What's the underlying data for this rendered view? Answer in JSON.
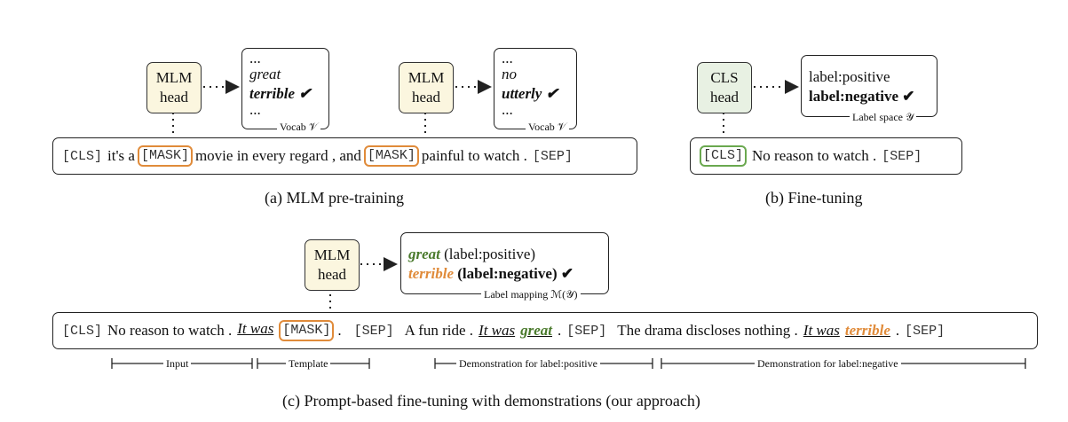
{
  "panel_a": {
    "head1": "MLM head",
    "head2": "MLM head",
    "vocab1": {
      "dots_top": "...",
      "item1": "great",
      "item2": "terrible ✔",
      "dots_bottom": "...",
      "label": "Vocab 𝒱"
    },
    "vocab2": {
      "dots_top": "...",
      "item1": "no",
      "item2": "utterly ✔",
      "dots_bottom": "...",
      "label": "Vocab 𝒱"
    },
    "seq": {
      "cls": "[CLS]",
      "t1": "it's a",
      "mask1": "[MASK]",
      "t2": "movie in every regard , and",
      "mask2": "[MASK]",
      "t3": "painful to watch .",
      "sep": "[SEP]"
    },
    "caption": "(a) MLM pre-training"
  },
  "panel_b": {
    "head": "CLS head",
    "labels": {
      "item1": "label:positive",
      "item2": "label:negative ✔",
      "label": "Label space 𝒴"
    },
    "seq": {
      "cls": "[CLS]",
      "t1": "No reason to watch .",
      "sep": "[SEP]"
    },
    "caption": "(b) Fine-tuning"
  },
  "panel_c": {
    "head": "MLM head",
    "mapping": {
      "w1": "great",
      "l1": "(label:positive)",
      "w2": "terrible",
      "l2": "(label:negative) ✔",
      "label": "Label mapping ℳ(𝒴)"
    },
    "seq": {
      "cls": "[CLS]",
      "t1": "No reason to watch .",
      "itwas1": "It was",
      "mask": "[MASK]",
      "dot1": ".",
      "sep1": "[SEP]",
      "t2": "A fun ride .",
      "itwas2": "It was",
      "great": "great",
      "dot2": ".",
      "sep2": "[SEP]",
      "t3": "The drama discloses nothing .",
      "itwas3": "It was",
      "terrible": "terrible",
      "dot3": ".",
      "sep3": "[SEP]"
    },
    "spans": {
      "input": "Input",
      "template": "Template",
      "demo_pos": "Demonstration for label:positive",
      "demo_neg": "Demonstration for label:negative"
    },
    "caption": "(c) Prompt-based fine-tuning with demonstrations (our approach)"
  },
  "colors": {
    "mlm_head": "#fbf6df",
    "cls_head": "#e8f1e3",
    "mask_orange": "#e08b3a",
    "mask_green": "#6aa84f",
    "word_green": "#4a7a2c"
  }
}
